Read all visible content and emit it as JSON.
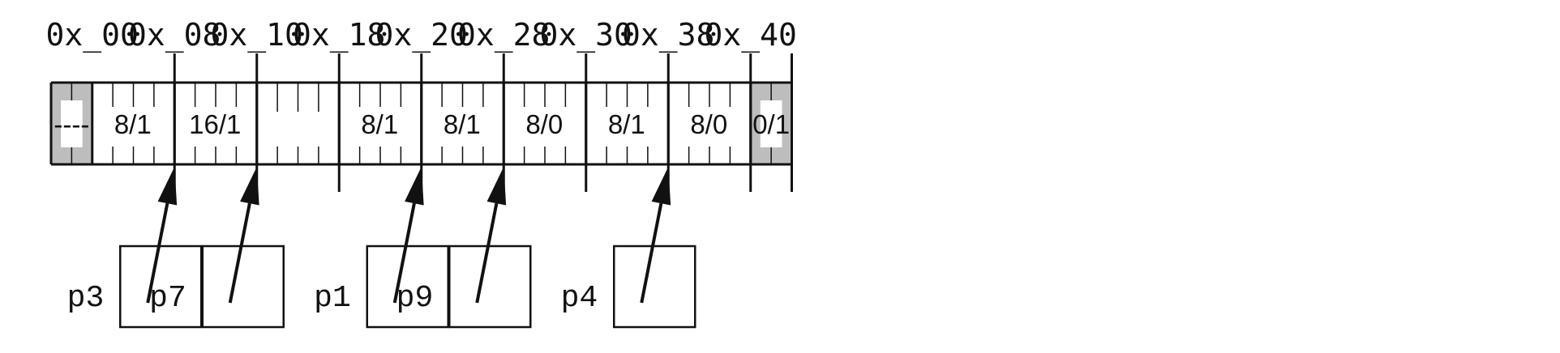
{
  "addresses": [
    "0x_00",
    "0x_08",
    "0x_10",
    "0x_18",
    "0x_20",
    "0x_28",
    "0x_30",
    "0x_38",
    "0x_40"
  ],
  "blocks": [
    {
      "label": "----",
      "kind": "prologue",
      "words": 1
    },
    {
      "label": "8/1",
      "kind": "block",
      "words": 2
    },
    {
      "label": "16/1",
      "kind": "block",
      "words": 2
    },
    {
      "label": "",
      "kind": "block",
      "words": 2
    },
    {
      "label": "8/1",
      "kind": "block",
      "words": 2
    },
    {
      "label": "8/1",
      "kind": "block",
      "words": 2
    },
    {
      "label": "8/0",
      "kind": "block",
      "words": 2
    },
    {
      "label": "8/1",
      "kind": "block",
      "words": 2
    },
    {
      "label": "8/0",
      "kind": "block",
      "words": 2
    },
    {
      "label": "0/1",
      "kind": "epilogue",
      "words": 1
    }
  ],
  "pointers": [
    {
      "name": "p3",
      "target": "0x_08"
    },
    {
      "name": "p7",
      "target": "0x_10"
    },
    {
      "name": "p1",
      "target": "0x_20"
    },
    {
      "name": "p9",
      "target": "0x_28"
    },
    {
      "name": "p4",
      "target": "0x_38"
    }
  ],
  "colors": {
    "line": "#111111",
    "shade": "#bdbdbd",
    "label_box": "#ffffff"
  }
}
